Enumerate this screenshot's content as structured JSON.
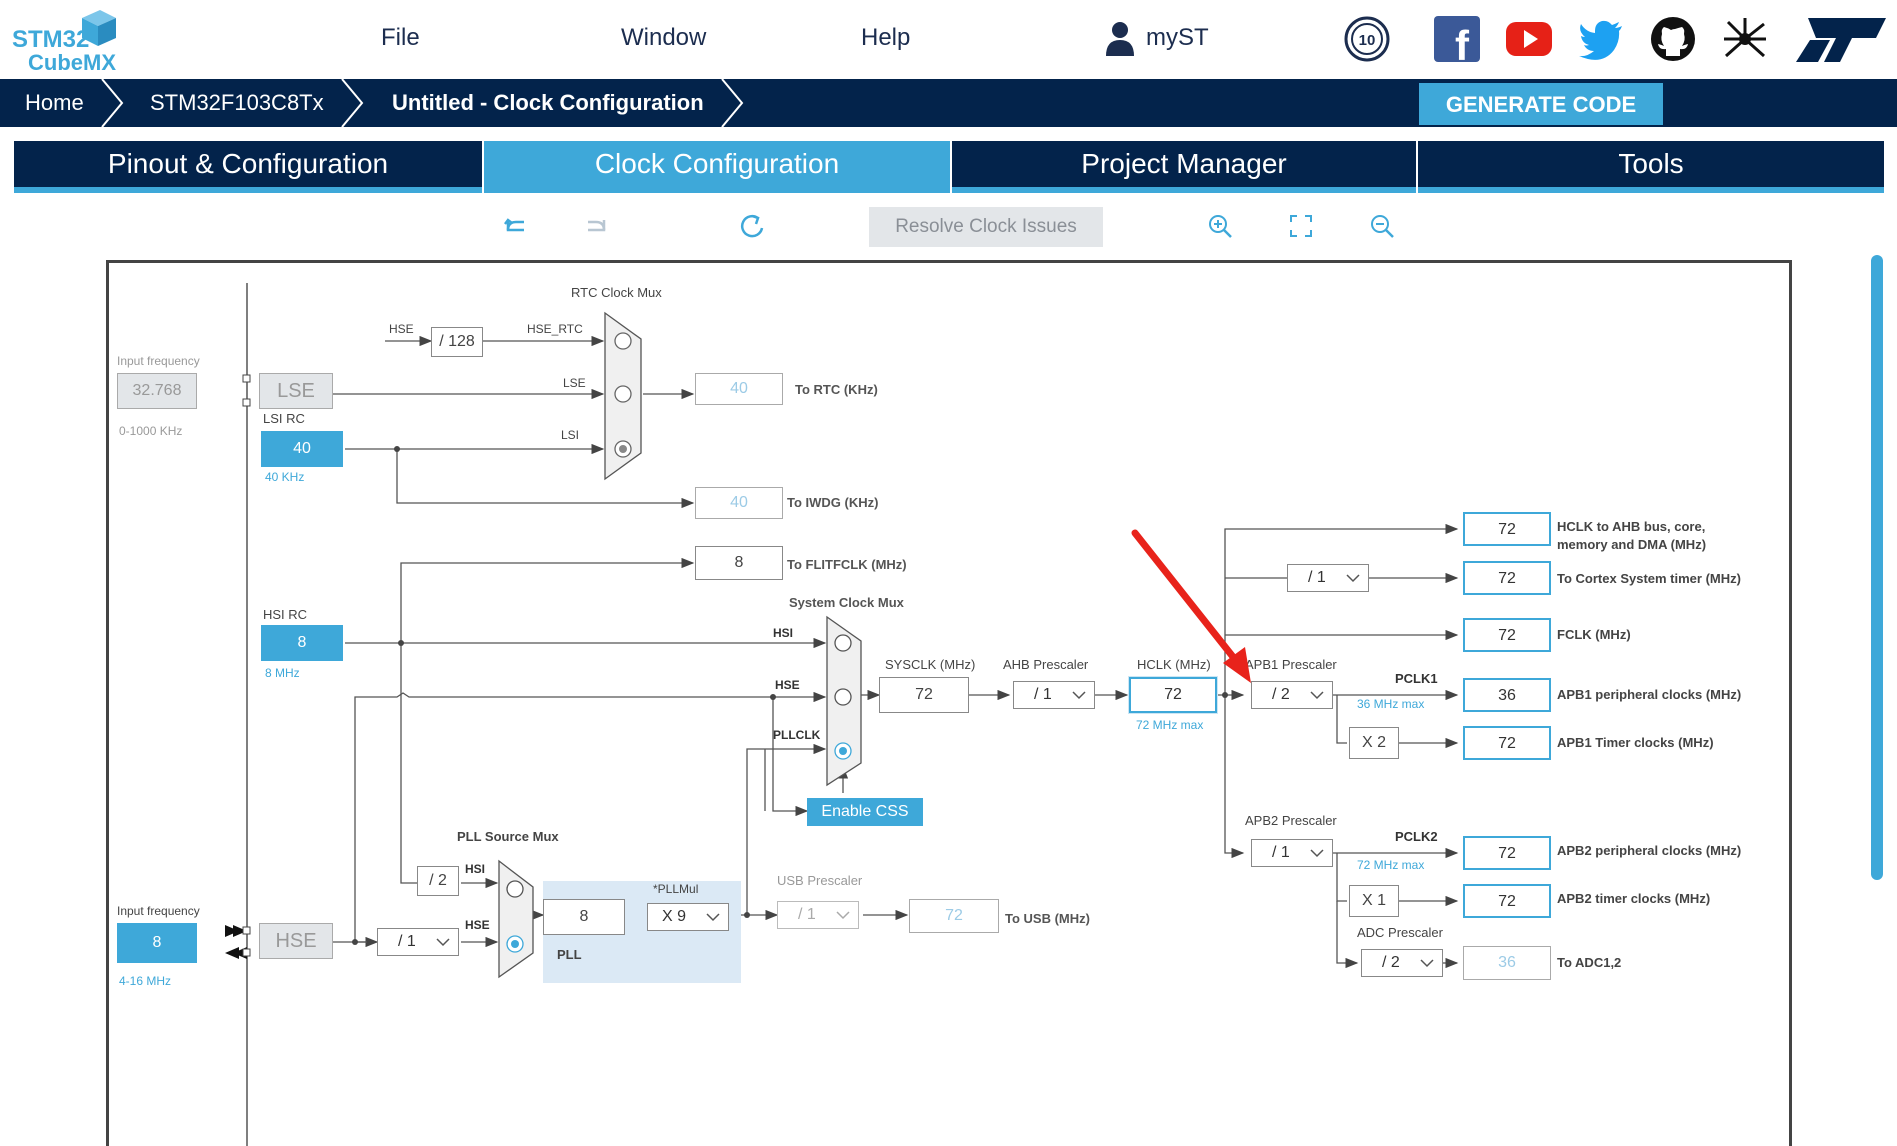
{
  "app": {
    "logo_line1": "STM32",
    "logo_line2": "CubeMX"
  },
  "menu": {
    "file": "File",
    "window": "Window",
    "help": "Help",
    "myst": "myST"
  },
  "breadcrumb": {
    "home": "Home",
    "device": "STM32F103C8Tx",
    "page": "Untitled - Clock Configuration"
  },
  "generate_label": "GENERATE CODE",
  "tabs": [
    {
      "label": "Pinout & Configuration"
    },
    {
      "label": "Clock Configuration"
    },
    {
      "label": "Project Manager"
    },
    {
      "label": "Tools"
    }
  ],
  "toolbar": {
    "resolve": "Resolve Clock Issues"
  },
  "diagram": {
    "rtc_mux_title": "RTC Clock Mux",
    "hse_label": "HSE",
    "div128": "/ 128",
    "hse_rtc": "HSE_RTC",
    "lse_in": "LSE",
    "lsi_in": "LSI",
    "input_freq_label": "Input frequency",
    "lse_freq": "32.768",
    "lse_range": "0-1000 KHz",
    "lse_box": "LSE",
    "lsi_rc_label": "LSI RC",
    "lsi_value": "40",
    "lsi_unit": "40 KHz",
    "to_rtc_value": "40",
    "to_rtc_label": "To RTC (KHz)",
    "to_iwdg_value": "40",
    "to_iwdg_label": "To IWDG (KHz)",
    "flit_value": "8",
    "flit_label": "To FLITFCLK (MHz)",
    "sys_mux_title": "System Clock Mux",
    "hsi_rc_label": "HSI RC",
    "hsi_value": "8",
    "hsi_unit": "8 MHz",
    "hsi_in": "HSI",
    "hse_in": "HSE",
    "pllclk_in": "PLLCLK",
    "sysclk_label": "SYSCLK (MHz)",
    "sysclk_value": "72",
    "ahb_label": "AHB Prescaler",
    "ahb_value": "/ 1",
    "hclk_label": "HCLK (MHz)",
    "hclk_value": "72",
    "hclk_max": "72 MHz max",
    "enable_css": "Enable CSS",
    "pll_src_title": "PLL Source Mux",
    "div2": "/ 2",
    "pll_hsi": "HSI",
    "pll_hse": "HSE",
    "pll_in_value": "8",
    "pllmul_label": "*PLLMul",
    "pllmul_value": "X 9",
    "pll_label": "PLL",
    "hse_input_label": "Input frequency",
    "hse_freq": "8",
    "hse_range": "4-16 MHz",
    "hse_box": "HSE",
    "hse_prediv": "/ 1",
    "usb_label": "USB Prescaler",
    "usb_value": "/ 1",
    "usb_out": "72",
    "usb_out_label": "To USB (MHz)",
    "hclk_out": "72",
    "hclk_out_label1": "HCLK to AHB bus, core,",
    "hclk_out_label2": "memory and DMA (MHz)",
    "cortex_div": "/ 1",
    "cortex_value": "72",
    "cortex_label": "To Cortex System timer (MHz)",
    "fclk_value": "72",
    "fclk_label": "FCLK (MHz)",
    "apb1_label": "APB1 Prescaler",
    "apb1_value": "/ 2",
    "pclk1": "PCLK1",
    "pclk1_max": "36 MHz max",
    "apb1_periph": "36",
    "apb1_periph_label": "APB1 peripheral clocks (MHz)",
    "apb1_mult": "X 2",
    "apb1_timer": "72",
    "apb1_timer_label": "APB1 Timer clocks (MHz)",
    "apb2_label": "APB2 Prescaler",
    "apb2_value": "/ 1",
    "pclk2": "PCLK2",
    "pclk2_max": "72 MHz max",
    "apb2_periph": "72",
    "apb2_periph_label": "APB2 peripheral clocks (MHz)",
    "apb2_mult": "X 1",
    "apb2_timer": "72",
    "apb2_timer_label": "APB2 timer clocks (MHz)",
    "adc_label": "ADC Prescaler",
    "adc_value": "/ 2",
    "adc_out": "36",
    "adc_out_label": "To ADC1,2"
  },
  "colors": {
    "navy": "#03234b",
    "accent": "#3ea8d9",
    "arrow": "#e8231b"
  },
  "icons": [
    "facebook-icon",
    "youtube-icon",
    "twitter-icon",
    "github-icon",
    "network-icon",
    "st-logo-icon",
    "anniversary-icon",
    "user-icon",
    "undo-icon",
    "redo-icon",
    "refresh-icon",
    "zoom-in-icon",
    "fit-icon",
    "zoom-out-icon"
  ]
}
